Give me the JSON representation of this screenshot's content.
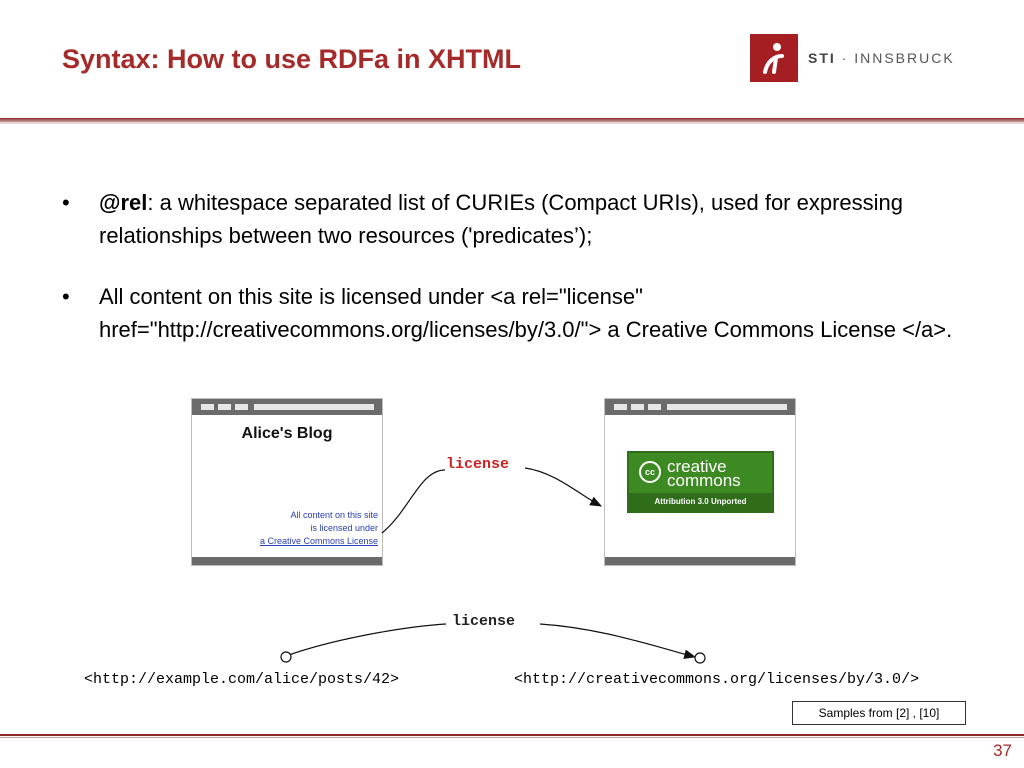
{
  "slide": {
    "title": "Syntax: How to use RDFa in XHTML",
    "page_number": "37",
    "samples_note": "Samples from [2] , [10]"
  },
  "logo": {
    "brand": "STI",
    "separator": " · ",
    "name": "INNSBRUCK",
    "colors": {
      "mark": "#a51e22"
    }
  },
  "bullets": [
    {
      "marker": "•",
      "term": "@rel",
      "text": ": a whitespace separated list of CURIEs (Compact URIs), used for expressing relationships between two resources ('predicates’);"
    },
    {
      "marker": "•",
      "text": "All content on this site is licensed under <a rel=\"license\" href=\"http://creativecommons.org/licenses/by/3.0/\"> a Creative Commons License </a>."
    }
  ],
  "figure": {
    "blog": {
      "title": "Alice's Blog",
      "note_line1": "All content on this site",
      "note_line2": "is licensed under",
      "note_link": "a Creative Commons License"
    },
    "cc": {
      "symbol": "cc",
      "word1": "creative",
      "word2": "commons",
      "footer": "Attribution 3.0 Unported"
    },
    "edge_label_top": "license",
    "edge_label_bottom": "license",
    "subject_uri": "<http://example.com/alice/posts/42>",
    "object_uri": "<http://creativecommons.org/licenses/by/3.0/>",
    "colors": {
      "license_top": "#cc2222",
      "cc_green": "#3d8a23",
      "link_blue": "#2a3fb0"
    }
  }
}
